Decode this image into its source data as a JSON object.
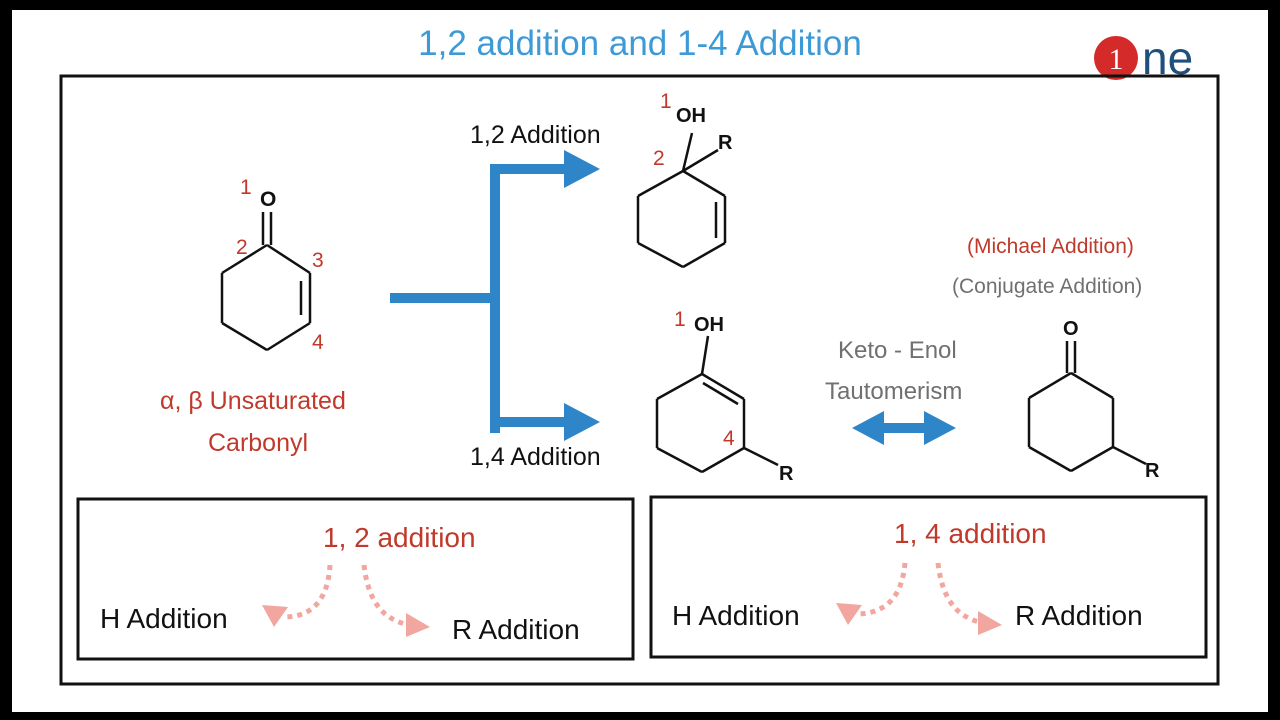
{
  "slide": {
    "title": "1,2 addition and 1-4 Addition",
    "logo": {
      "numeral": "1",
      "letters": "ne"
    },
    "colors": {
      "accent_blue": "#2e86c9",
      "title_blue": "#3d9ad6",
      "red": "#c0392b",
      "pink": "#f2a6a0",
      "gray": "#707070"
    }
  },
  "reactant": {
    "label_line1": "α, β Unsaturated",
    "label_line2": "Carbonyl",
    "atom_o": "O",
    "num1": "1",
    "num2": "2",
    "num3": "3",
    "num4": "4"
  },
  "path12": {
    "label": "1,2 Addition",
    "product": {
      "oh": "OH",
      "r": "R",
      "num1": "1",
      "num2": "2"
    }
  },
  "path14": {
    "label": "1,4 Addition",
    "product": {
      "oh": "OH",
      "r": "R",
      "num1": "1",
      "num4": "4"
    }
  },
  "tautomerism": {
    "line1": "Keto - Enol",
    "line2": "Tautomerism"
  },
  "keto_product": {
    "atom_o": "O",
    "r": "R",
    "michael": "(Michael Addition)",
    "conjugate": "(Conjugate Addition)"
  },
  "box12": {
    "title": "1, 2 addition",
    "left": "H Addition",
    "right": "R Addition"
  },
  "box14": {
    "title": "1, 4 addition",
    "left": "H Addition",
    "right": "R Addition"
  }
}
